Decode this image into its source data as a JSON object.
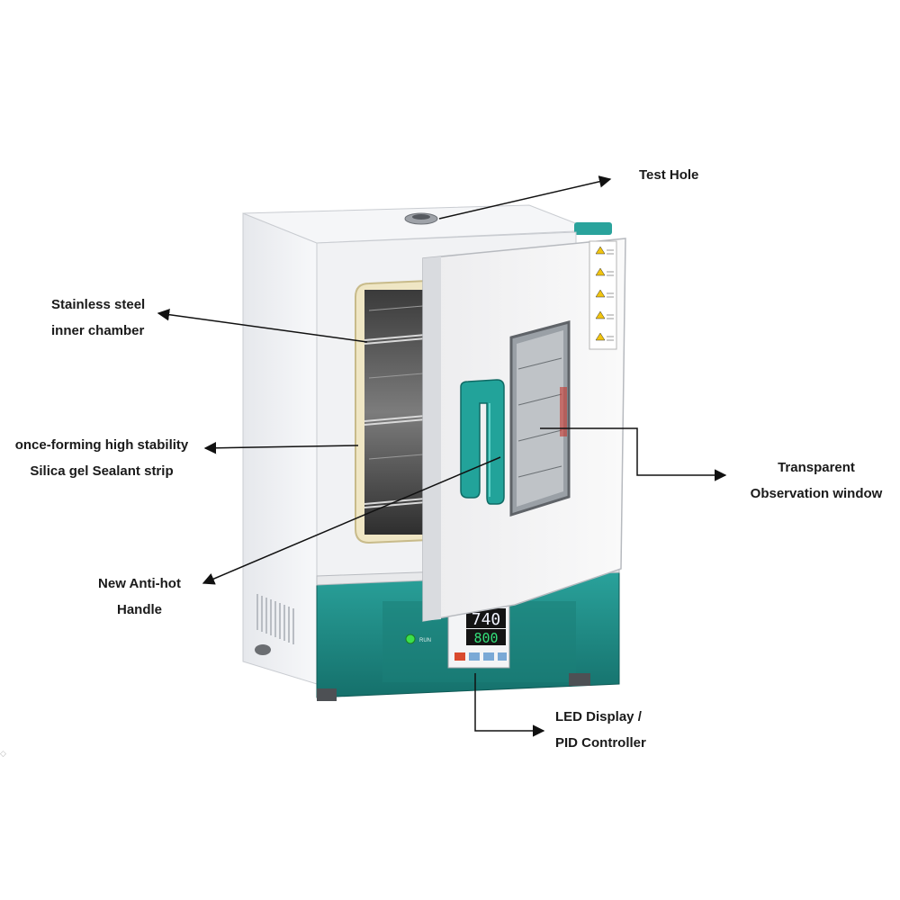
{
  "labels": {
    "test_hole": "Test Hole",
    "inner_chamber_line1": "Stainless steel",
    "inner_chamber_line2": "inner chamber",
    "sealant_line1": "once-forming high stability",
    "sealant_line2": "Silica gel Sealant strip",
    "handle_line1": "New Anti-hot",
    "handle_line2": "Handle",
    "window_line1": "Transparent",
    "window_line2": "Observation window",
    "display_line1": "LED Display /",
    "display_line2": "PID Controller"
  },
  "panel": {
    "readout_top": "740",
    "readout_bottom": "800",
    "run_indicator": "RUN"
  },
  "colors": {
    "teal_base": "#1e8c86",
    "cabinet_white": "#f3f4f6",
    "gasket": "#efe6c4",
    "led_top": "#f2f4ff",
    "led_bottom": "#33e07a",
    "run_led": "#3ce04a"
  }
}
